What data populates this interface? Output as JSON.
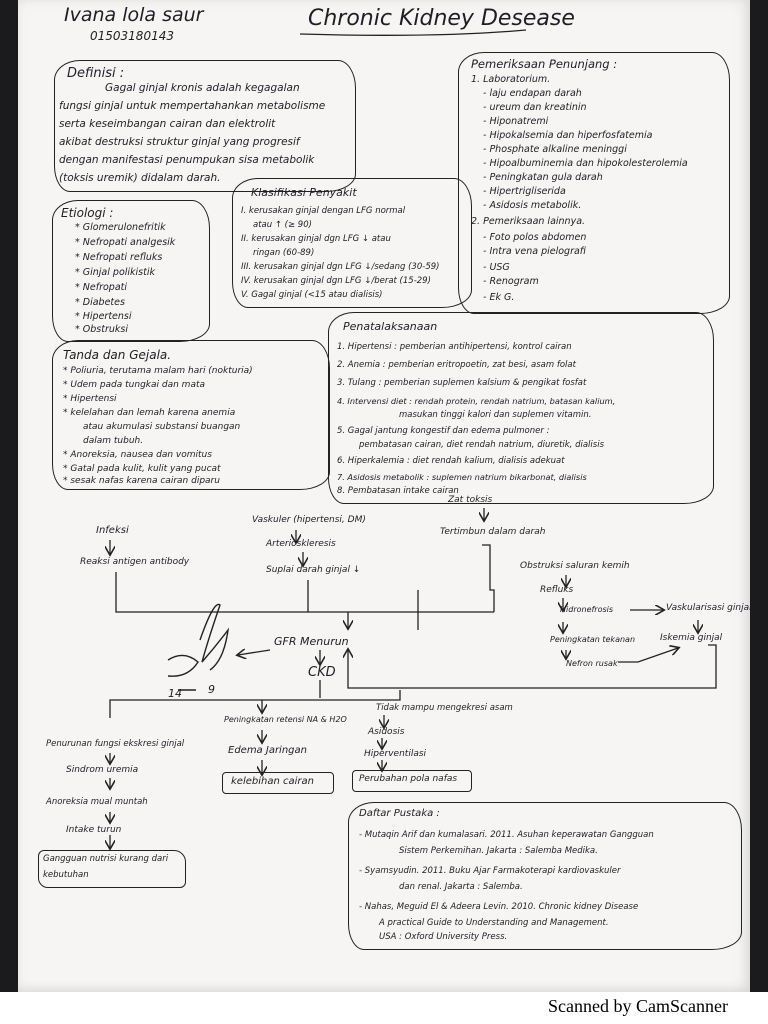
{
  "header": {
    "name": "Ivana lola saur",
    "id": "01503180143",
    "title": "Chronic Kidney Desease"
  },
  "definisi": {
    "title": "Definisi :",
    "lines": [
      "Gagal ginjal kronis adalah kegagalan",
      "fungsi ginjal untuk mempertahankan metabolisme",
      "serta keseimbangan cairan dan elektrolit",
      "akibat destruksi struktur ginjal yang progresif",
      "dengan manifestasi penumpukan sisa metabolik",
      "(toksis uremik) didalam darah."
    ]
  },
  "pemeriksaan": {
    "title": "Pemeriksaan Penunjang :",
    "lines": [
      "1. Laboratorium.",
      "- laju endapan darah",
      "- ureum dan kreatinin",
      "- Hiponatremi",
      "- Hipokalsemia dan hiperfosfatemia",
      "- Phosphate alkaline meninggi",
      "- Hipoalbuminemia dan hipokolesterolemia",
      "- Peningkatan gula darah",
      "- Hipertrigliserida",
      "- Asidosis metabolik.",
      "2. Pemeriksaan lainnya.",
      "- Foto polos abdomen",
      "- Intra vena pielografi",
      "- USG",
      "- Renogram",
      "- Ek G."
    ]
  },
  "etiologi": {
    "title": "Etiologi :",
    "items": [
      "* Glomerulonefritik",
      "* Nefropati analgesik",
      "* Nefropati refluks",
      "* Ginjal polikistik",
      "* Nefropati",
      "* Diabetes",
      "* Hipertensi",
      "* Obstruksi"
    ]
  },
  "klasifikasi": {
    "title": "Klasifikasi Penyakit",
    "lines": [
      "I. kerusakan ginjal dengan LFG normal",
      "atau ↑ (≥ 90)",
      "II. kerusakan ginjal dgn LFG ↓ atau",
      "ringan (60-89)",
      "III. kerusakan ginjal dgn LFG ↓/sedang (30-59)",
      "IV. kerusakan ginjal dgn LFG ↓/berat (15-29)",
      "V. Gagal ginjal (<15 atau dialisis)"
    ]
  },
  "tanda": {
    "title": "Tanda dan Gejala.",
    "lines": [
      "* Poliuria, terutama malam hari (nokturia)",
      "* Udem pada tungkai dan mata",
      "* Hipertensi",
      "* kelelahan dan lemah karena anemia",
      "atau akumulasi substansi buangan",
      "dalam tubuh.",
      "* Anoreksia, nausea dan vomitus",
      "* Gatal pada kulit, kulit yang pucat",
      "* sesak nafas karena cairan diparu"
    ]
  },
  "penatalaksanaan": {
    "title": "Penatalaksanaan",
    "lines": [
      "1. Hipertensi : pemberian antihipertensi, kontrol cairan",
      "2. Anemia : pemberian eritropoetin, zat besi, asam folat",
      "3. Tulang : pemberian suplemen kalsium & pengikat fosfat",
      "4. Intervensi diet : rendah protein, rendah natrium, batasan kalium,",
      "masukan tinggi kalori dan suplemen vitamin.",
      "5. Gagal jantung kongestif dan edema pulmoner :",
      "pembatasan cairan, diet rendah natrium, diuretik, dialisis",
      "6. Hiperkalemia : diet rendah kalium, dialisis adekuat",
      "7. Asidosis metabolik : suplemen natrium bikarbonat, dialisis",
      "8. Pembatasan intake cairan"
    ]
  },
  "flow": {
    "infeksi": "Infeksi",
    "reaksi": "Reaksi antigen antibody",
    "vaskuler": "Vaskuler (hipertensi, DM)",
    "arterio": "Arterioskleresis",
    "suplai": "Suplai darah ginjal ↓",
    "zat": "Zat toksis",
    "tertimbun": "Tertimbun dalam darah",
    "obstruksi": "Obstruksi saluran kemih",
    "refluks": "Refluks",
    "hidro": "Hidronefrosis",
    "vasku": "Vaskularisasi ginjal",
    "tekanan": "Peningkatan tekanan",
    "iskemia": "Iskemia ginjal",
    "nefron": "Nefron rusak",
    "gfr": "GFR Menurun",
    "ckd": "CKD",
    "sig1": "14",
    "sig2": "9",
    "penurunan": "Penurunan fungsi ekskresi ginjal",
    "sindrom": "Sindrom uremia",
    "anoreksia": "Anoreksia mual muntah",
    "intake": "Intake turun",
    "gangguan1": "Gangguan nutrisi kurang dari",
    "gangguan2": "kebutuhan",
    "retensi": "Peningkatan retensi NA & H2O",
    "edema": "Edema Jaringan",
    "kelebihan": "kelebihan cairan",
    "tidak": "Tidak mampu mengekresi asam",
    "asidosis": "Asidosis",
    "hiper": "Hiperventilasi",
    "perubahan": "Perubahan pola nafas"
  },
  "pustaka": {
    "title": "Daftar Pustaka :",
    "lines": [
      "- Mutaqin Arif dan kumalasari. 2011. Asuhan keperawatan Gangguan",
      "Sistem Perkemihan. Jakarta : Salemba Medika.",
      "- Syamsyudin. 2011. Buku Ajar Farmakoterapi kardiovaskuler",
      "dan renal. Jakarta : Salemba.",
      "- Nahas, Meguid El & Adeera Levin. 2010. Chronic kidney Disease",
      "A practical Guide to Understanding and Management.",
      "USA : Oxford University Press."
    ]
  },
  "footer": {
    "scanned": "Scanned by CamScanner"
  }
}
